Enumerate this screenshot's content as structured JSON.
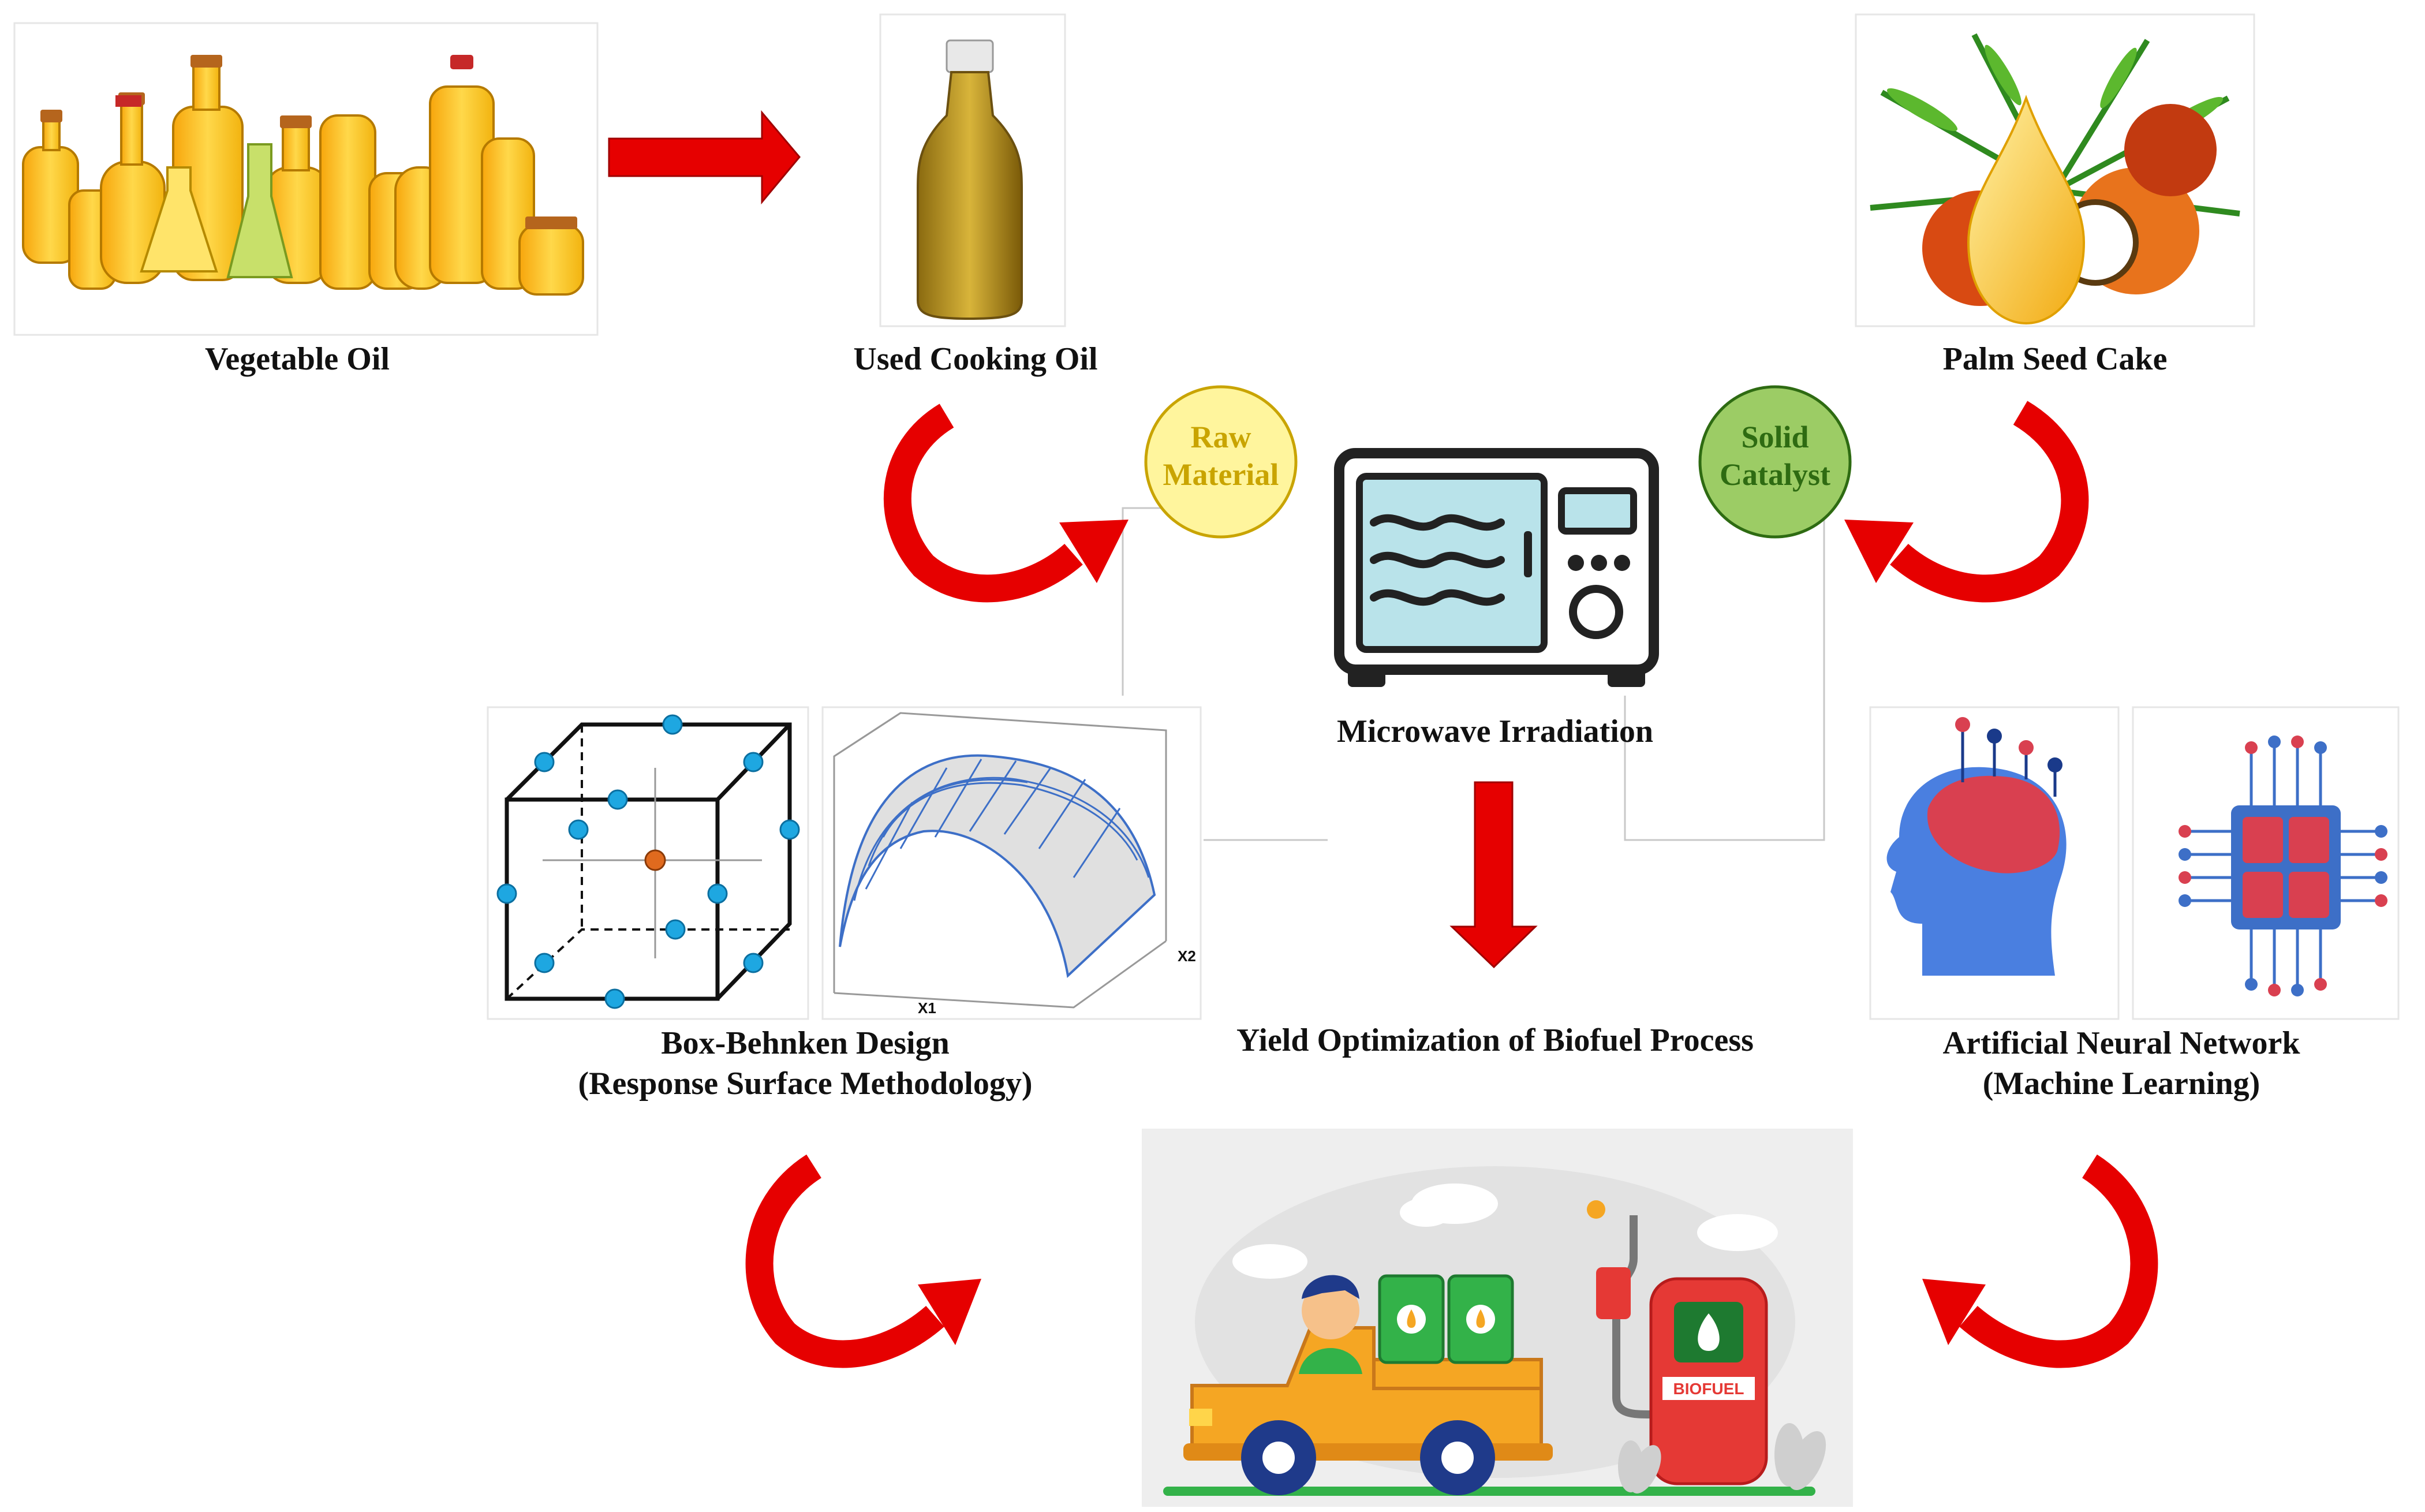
{
  "labels": {
    "vegetable_oil": "Vegetable Oil",
    "used_cooking_oil": "Used Cooking Oil",
    "palm_seed_cake": "Palm Seed Cake",
    "raw_material_line1": "Raw",
    "raw_material_line2": "Material",
    "solid_catalyst_line1": "Solid",
    "solid_catalyst_line2": "Catalyst",
    "microwave": "Microwave Irradiation",
    "bbd_line1": "Box-Behnken Design",
    "bbd_line2": "(Response Surface Methodology)",
    "yield": "Yield Optimization of Biofuel Process",
    "ann_line1": "Artificial Neural Network",
    "ann_line2": "(Machine Learning)",
    "axis_x1": "X1",
    "axis_x2": "X2",
    "pump_sign": "BIOFUEL"
  },
  "colors": {
    "arrow_red": "#e60000",
    "raw_material_fill": "#fff59d",
    "raw_material_text": "#c9a400",
    "solid_catalyst_fill": "#9ccc65",
    "solid_catalyst_text": "#2e6b12",
    "oil_gold": "#f2c21b",
    "microwave_screen": "#b9e3ea",
    "bbd_point": "#1ea7e1",
    "bbd_center": "#e06a1e",
    "surface_blue": "#3d6fc7",
    "brain_red": "#d94050",
    "head_blue": "#4a7fe0"
  },
  "icons": [
    "oil-bottles-icon",
    "single-oil-bottle-icon",
    "palm-fruit-oil-drop-icon",
    "microwave-icon",
    "box-behnken-cube-icon",
    "response-surface-plot-icon",
    "brain-head-icon",
    "chip-icon",
    "biofuel-truck-pump-icon"
  ]
}
